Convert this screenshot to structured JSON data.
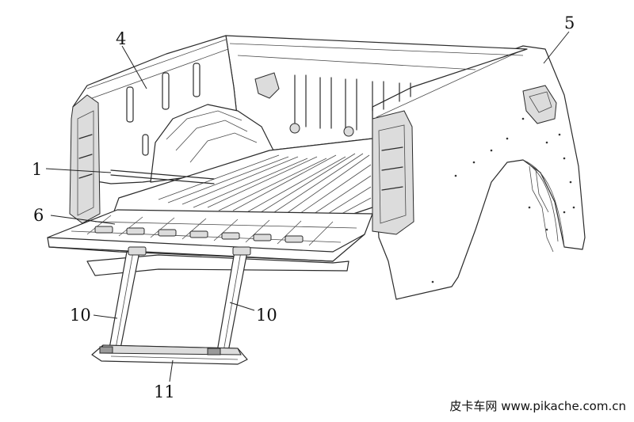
{
  "callouts": {
    "c1": "1",
    "c4": "4",
    "c5": "5",
    "c6": "6",
    "c10_left": "10",
    "c10_right": "10",
    "c11": "11"
  },
  "watermark": "皮卡车网  www.pikache.com.cn"
}
